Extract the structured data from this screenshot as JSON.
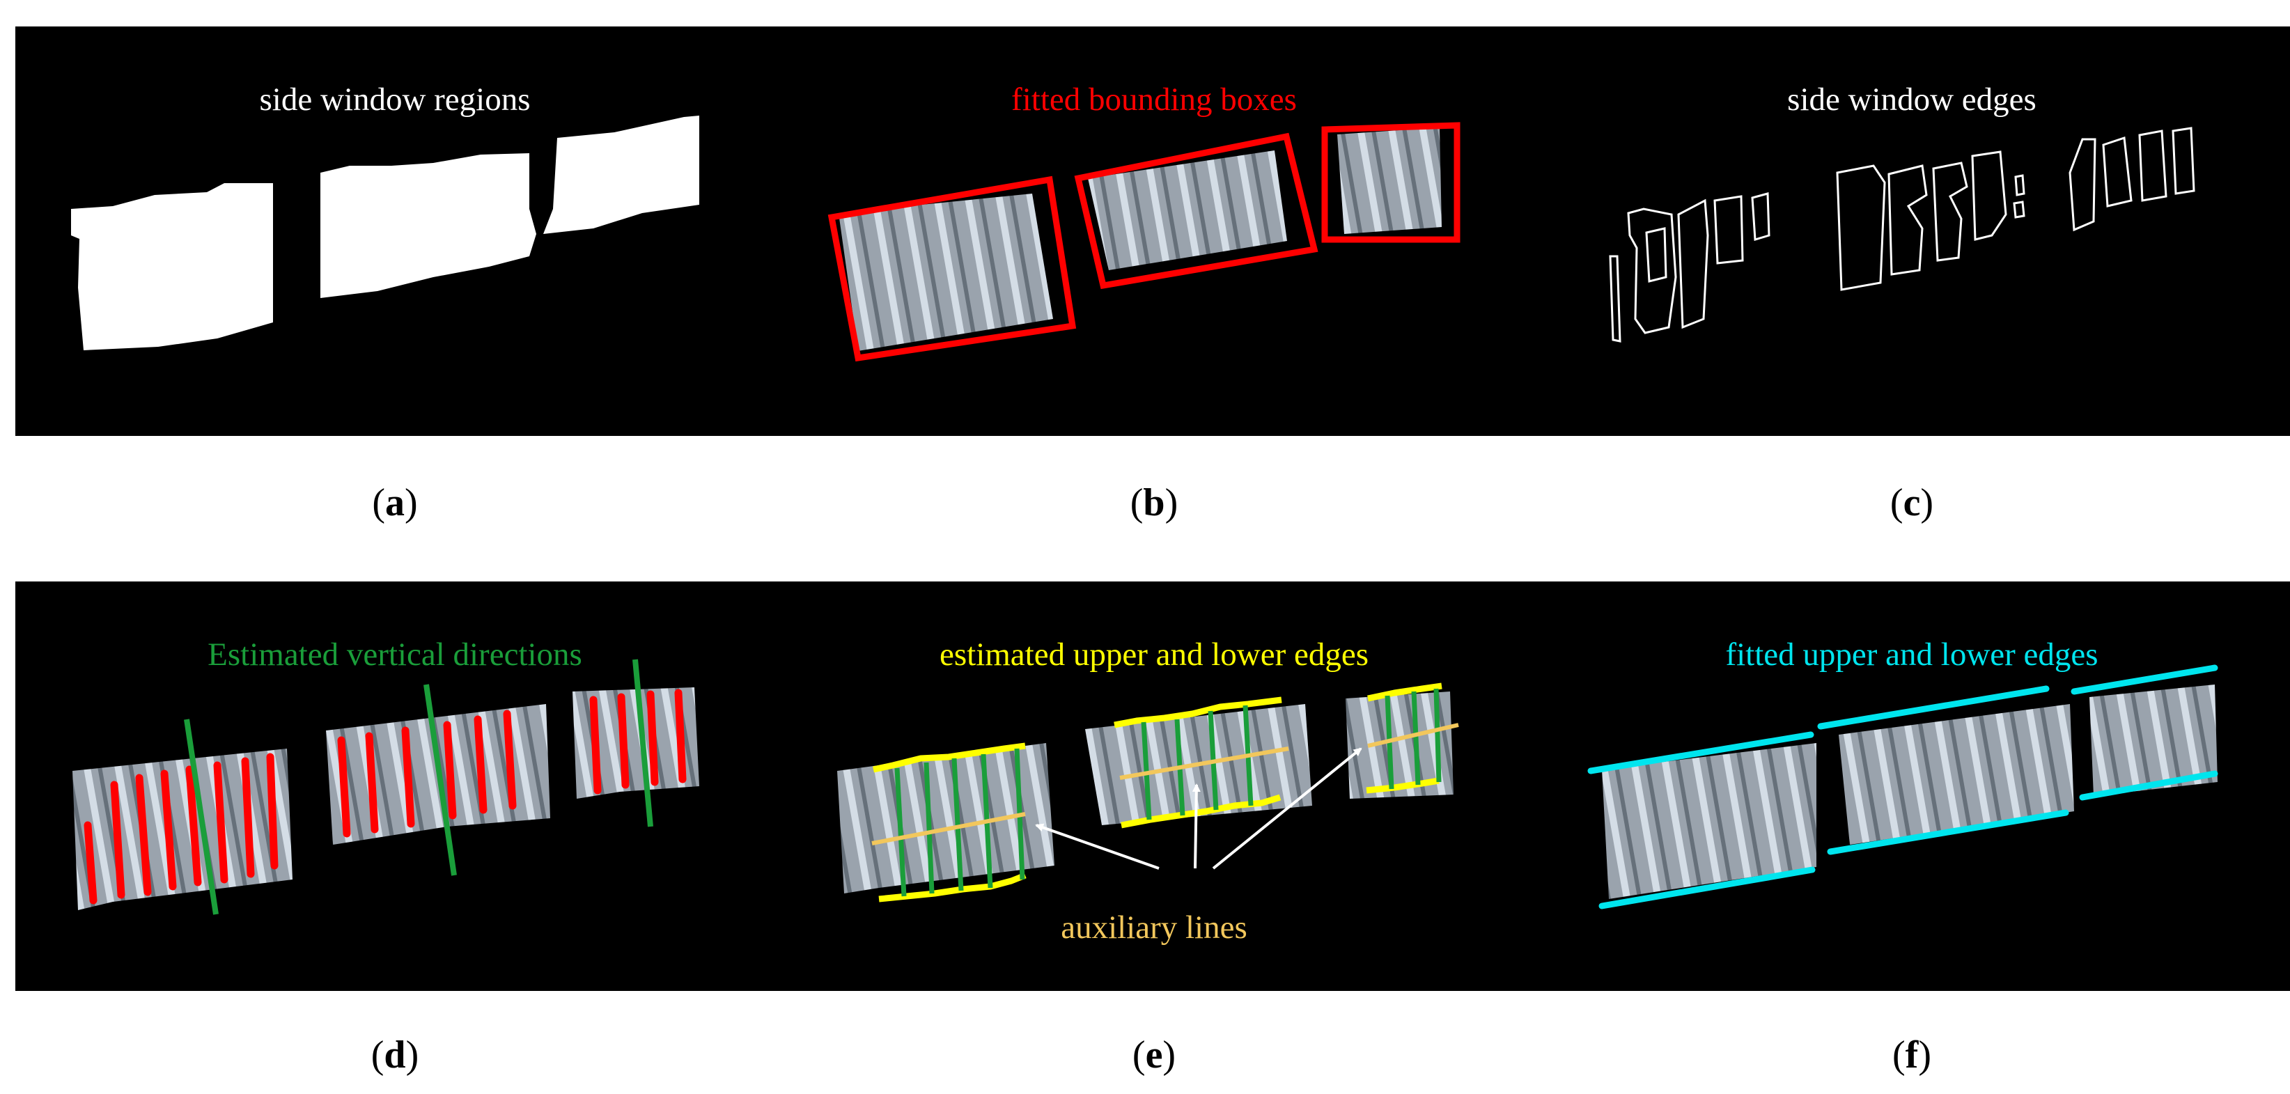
{
  "panels": [
    {
      "id": "a",
      "title": "side window regions",
      "title_color": "#ffffff",
      "caption_open": "(",
      "caption_letter": "a",
      "caption_close": ")"
    },
    {
      "id": "b",
      "title": "fitted bounding boxes",
      "title_color": "#ff0000",
      "caption_open": "(",
      "caption_letter": "b",
      "caption_close": ")"
    },
    {
      "id": "c",
      "title": "side window edges",
      "title_color": "#ffffff",
      "caption_open": "(",
      "caption_letter": "c",
      "caption_close": ")"
    },
    {
      "id": "d",
      "title": "Estimated vertical directions",
      "title_color": "#1a9e3a",
      "caption_open": "(",
      "caption_letter": "d",
      "caption_close": ")"
    },
    {
      "id": "e",
      "title": "estimated upper and lower edges",
      "title_color": "#ffff00",
      "extra_label": "auxiliary lines",
      "extra_color": "#f2c75c",
      "caption_open": "(",
      "caption_letter": "e",
      "caption_close": ")"
    },
    {
      "id": "f",
      "title": "fitted upper and lower edges",
      "title_color": "#00e5ee",
      "caption_open": "(",
      "caption_letter": "f",
      "caption_close": ")"
    }
  ],
  "colors": {
    "background": "#000000",
    "window_gray": "#9aa3ad",
    "window_light": "#c9d2dc",
    "window_dark": "#5f6a74",
    "red": "#ff0000",
    "green": "#1a9e3a",
    "yellow": "#ffff00",
    "aux_orange": "#f2c75c",
    "cyan": "#00e5ee"
  }
}
